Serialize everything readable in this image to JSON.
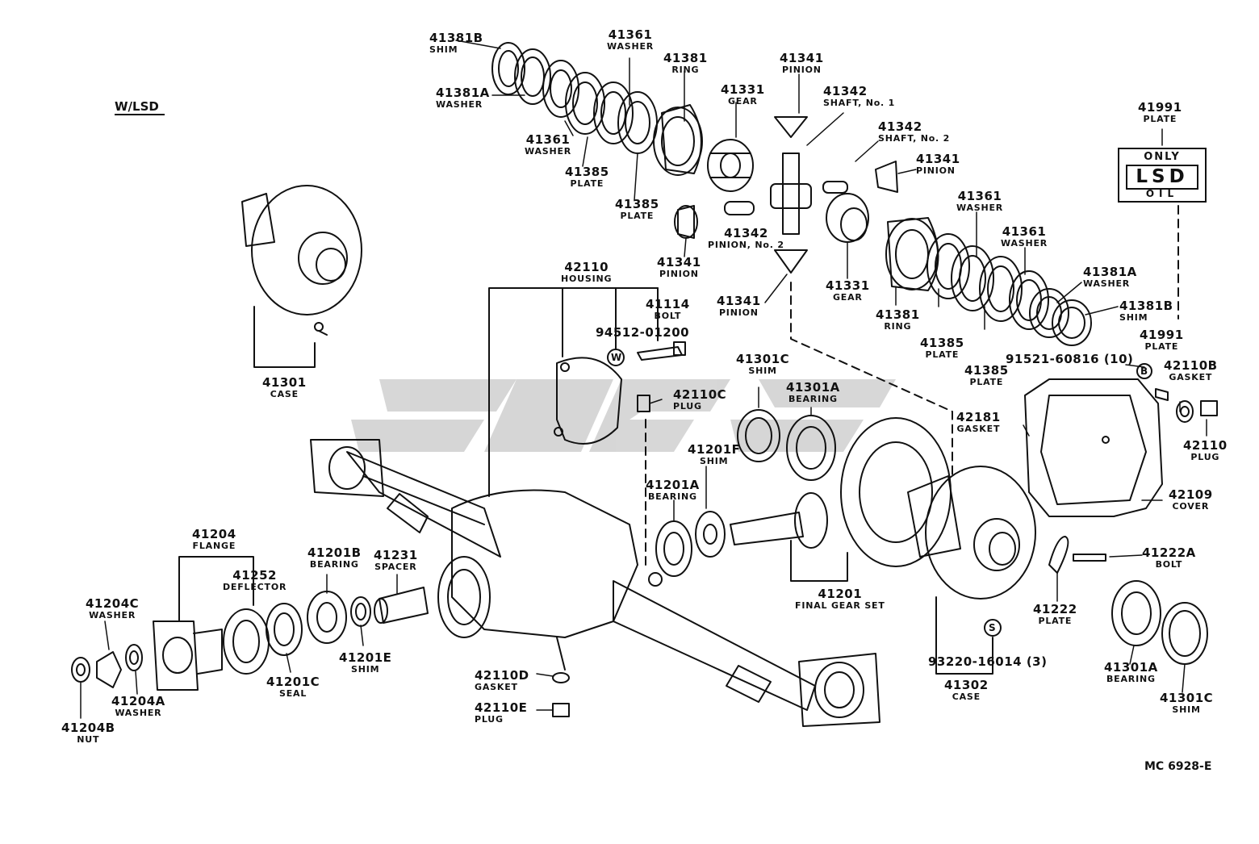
{
  "header": {
    "variant": "W/LSD"
  },
  "reference_code": "MC 6928-E",
  "lsd_plate": {
    "top": "ONLY",
    "main": "LSD",
    "bottom": "OIL"
  },
  "symbols": {
    "w": "W",
    "b": "B",
    "s": "S"
  },
  "labels": [
    {
      "id": "41381b-top",
      "number": "41381B",
      "name": "SHIM"
    },
    {
      "id": "41361-top",
      "number": "41361",
      "name": "WASHER"
    },
    {
      "id": "41381-top",
      "number": "41381",
      "name": "RING"
    },
    {
      "id": "41341-top",
      "number": "41341",
      "name": "PINION"
    },
    {
      "id": "41381a-top",
      "number": "41381A",
      "name": "WASHER"
    },
    {
      "id": "41331-top",
      "number": "41331",
      "name": "GEAR"
    },
    {
      "id": "41342-shaft1",
      "number": "41342",
      "name": "SHAFT, No. 1"
    },
    {
      "id": "41361-mid",
      "number": "41361",
      "name": "WASHER"
    },
    {
      "id": "41385-a",
      "number": "41385",
      "name": "PLATE"
    },
    {
      "id": "41342-shaft2",
      "number": "41342",
      "name": "SHAFT, No. 2"
    },
    {
      "id": "41341-right",
      "number": "41341",
      "name": "PINION"
    },
    {
      "id": "41385-b",
      "number": "41385",
      "name": "PLATE"
    },
    {
      "id": "41342-pinion2",
      "number": "41342",
      "name": "PINION, No. 2"
    },
    {
      "id": "41341-low",
      "number": "41341",
      "name": "PINION"
    },
    {
      "id": "41341-bottom",
      "number": "41341",
      "name": "PINION"
    },
    {
      "id": "41361-r1",
      "number": "41361",
      "name": "WASHER"
    },
    {
      "id": "41361-r2",
      "number": "41361",
      "name": "WASHER"
    },
    {
      "id": "41331-right",
      "number": "41331",
      "name": "GEAR"
    },
    {
      "id": "41381-right",
      "number": "41381",
      "name": "RING"
    },
    {
      "id": "41381a-right",
      "number": "41381A",
      "name": "WASHER"
    },
    {
      "id": "41381b-right",
      "number": "41381B",
      "name": "SHIM"
    },
    {
      "id": "41385-c",
      "number": "41385",
      "name": "PLATE"
    },
    {
      "id": "41385-d",
      "number": "41385",
      "name": "PLATE"
    },
    {
      "id": "41991-top",
      "number": "41991",
      "name": "PLATE"
    },
    {
      "id": "41991-low",
      "number": "41991",
      "name": "PLATE"
    },
    {
      "id": "42110-housing",
      "number": "42110",
      "name": "HOUSING"
    },
    {
      "id": "41114",
      "number": "41114",
      "name": "BOLT"
    },
    {
      "id": "94512",
      "number": "94512-01200",
      "name": ""
    },
    {
      "id": "41301c-top",
      "number": "41301C",
      "name": "SHIM"
    },
    {
      "id": "41301a-top",
      "number": "41301A",
      "name": "BEARING"
    },
    {
      "id": "42110c",
      "number": "42110C",
      "name": "PLUG"
    },
    {
      "id": "91521",
      "number": "91521-60816 (10)",
      "name": ""
    },
    {
      "id": "42110b",
      "number": "42110B",
      "name": "GASKET"
    },
    {
      "id": "42181",
      "number": "42181",
      "name": "GASKET"
    },
    {
      "id": "42110-plug",
      "number": "42110",
      "name": "PLUG"
    },
    {
      "id": "41201f",
      "number": "41201F",
      "name": "SHIM"
    },
    {
      "id": "41201a",
      "number": "41201A",
      "name": "BEARING"
    },
    {
      "id": "42109",
      "number": "42109",
      "name": "COVER"
    },
    {
      "id": "41301-case",
      "number": "41301",
      "name": "CASE"
    },
    {
      "id": "41204",
      "number": "41204",
      "name": "FLANGE"
    },
    {
      "id": "41252",
      "number": "41252",
      "name": "DEFLECTOR"
    },
    {
      "id": "41201b",
      "number": "41201B",
      "name": "BEARING"
    },
    {
      "id": "41231",
      "number": "41231",
      "name": "SPACER"
    },
    {
      "id": "41201",
      "number": "41201",
      "name": "FINAL GEAR SET"
    },
    {
      "id": "41222a",
      "number": "41222A",
      "name": "BOLT"
    },
    {
      "id": "41222",
      "number": "41222",
      "name": "PLATE"
    },
    {
      "id": "41204c",
      "number": "41204C",
      "name": "WASHER"
    },
    {
      "id": "41201e",
      "number": "41201E",
      "name": "SHIM"
    },
    {
      "id": "41201c",
      "number": "41201C",
      "name": "SEAL"
    },
    {
      "id": "41204a",
      "number": "41204A",
      "name": "WASHER"
    },
    {
      "id": "41204b",
      "number": "41204B",
      "name": "NUT"
    },
    {
      "id": "42110d",
      "number": "42110D",
      "name": "GASKET"
    },
    {
      "id": "42110e",
      "number": "42110E",
      "name": "PLUG"
    },
    {
      "id": "93220",
      "number": "93220-16014 (3)",
      "name": ""
    },
    {
      "id": "41302",
      "number": "41302",
      "name": "CASE"
    },
    {
      "id": "41301a-bottom",
      "number": "41301A",
      "name": "BEARING"
    },
    {
      "id": "41301c-bottom",
      "number": "41301C",
      "name": "SHIM"
    }
  ]
}
